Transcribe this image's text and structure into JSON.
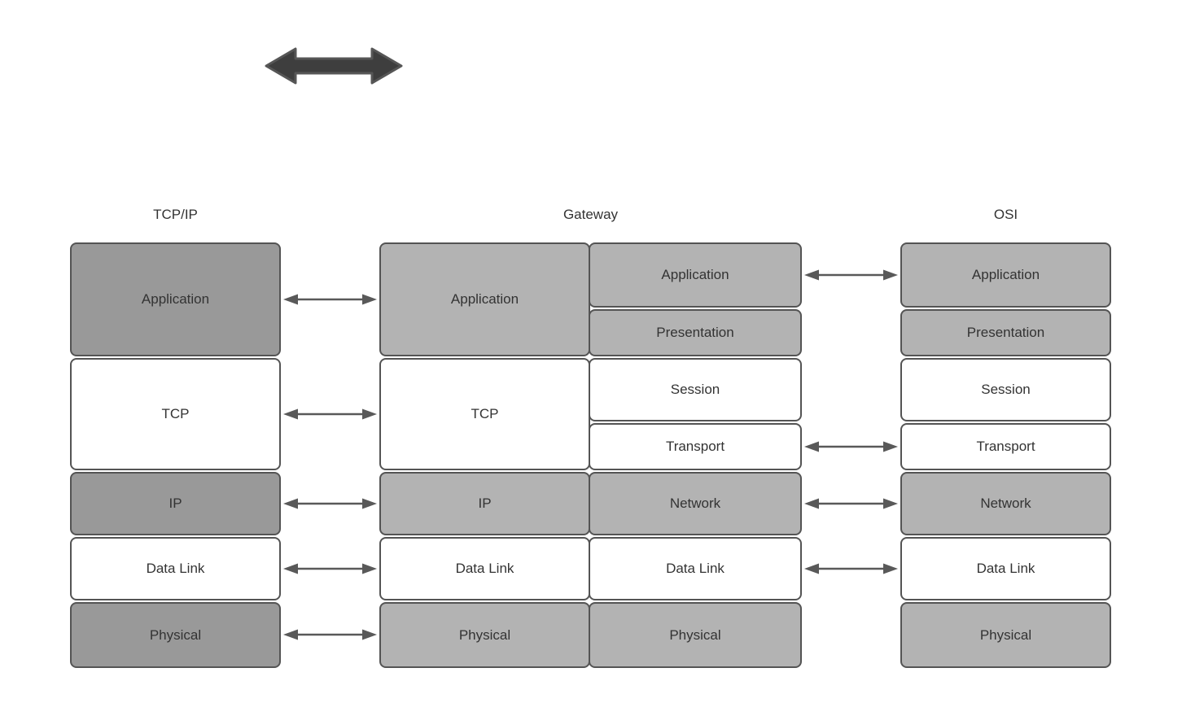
{
  "diagram": {
    "title": "TCP/IP vs OSI model comparison via Gateway",
    "type": "network-layer-stack-diagram"
  },
  "icons": {
    "double_arrow": "thick-horizontal-double-headed-arrow"
  },
  "columns": {
    "tcpip": {
      "header": "TCP/IP",
      "layers": [
        {
          "label": "Application",
          "variant": "dark"
        },
        {
          "label": "TCP",
          "variant": "white"
        },
        {
          "label": "IP",
          "variant": "dark"
        },
        {
          "label": "Data Link",
          "variant": "white"
        },
        {
          "label": "Physical",
          "variant": "dark"
        }
      ]
    },
    "gateway": {
      "header": "Gateway",
      "left": {
        "layers": [
          {
            "label": "Application",
            "variant": "light"
          },
          {
            "label": "TCP",
            "variant": "white"
          },
          {
            "label": "IP",
            "variant": "light"
          },
          {
            "label": "Data Link",
            "variant": "white"
          },
          {
            "label": "Physical",
            "variant": "light"
          }
        ]
      },
      "right": {
        "layers": [
          {
            "label": "Application",
            "variant": "light"
          },
          {
            "label": "Presentation",
            "variant": "light"
          },
          {
            "label": "Session",
            "variant": "white"
          },
          {
            "label": "Transport",
            "variant": "white"
          },
          {
            "label": "Network",
            "variant": "light"
          },
          {
            "label": "Data Link",
            "variant": "white"
          },
          {
            "label": "Physical",
            "variant": "light"
          }
        ]
      }
    },
    "osi": {
      "header": "OSI",
      "layers": [
        {
          "label": "Application",
          "variant": "light"
        },
        {
          "label": "Presentation",
          "variant": "light"
        },
        {
          "label": "Session",
          "variant": "white"
        },
        {
          "label": "Transport",
          "variant": "white"
        },
        {
          "label": "Network",
          "variant": "light"
        },
        {
          "label": "Data Link",
          "variant": "white"
        },
        {
          "label": "Physical",
          "variant": "light"
        }
      ]
    }
  },
  "connections": {
    "tcpip_gateway": [
      "Application",
      "TCP",
      "IP",
      "Data Link",
      "Physical"
    ],
    "gateway_osi": [
      "Application",
      "Transport",
      "Network",
      "Data Link"
    ]
  },
  "colors": {
    "background": "#ffffff",
    "dark_gray": "#999999",
    "light_gray": "#b3b3b3",
    "white": "#ffffff",
    "border": "#545454",
    "text": "#333333",
    "arrow_line": "#595959",
    "thick_arrow_fill": "#3e3e3e",
    "thick_arrow_stroke": "#565656"
  }
}
